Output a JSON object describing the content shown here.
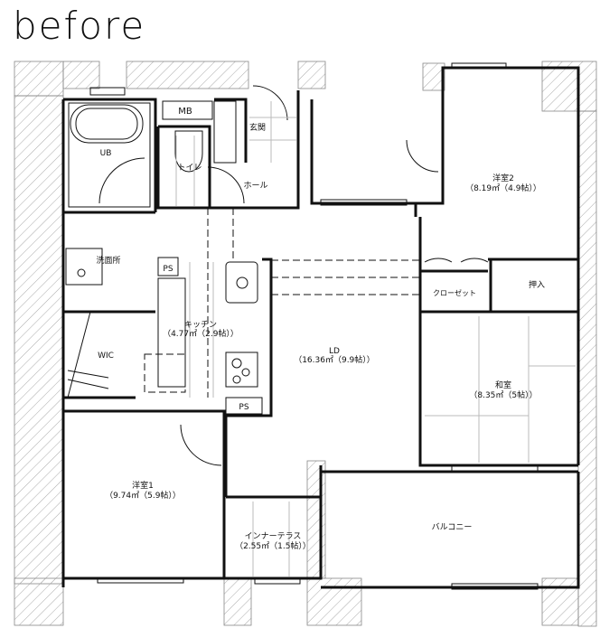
{
  "title": "before",
  "rooms": {
    "mb": "MB",
    "ub": "UB",
    "toilet": "トイレ",
    "genkan": "玄関",
    "hall": "ホール",
    "senmen": "洗面所",
    "ps1": "PS",
    "ps2": "PS",
    "kitchen": {
      "name": "キッチン",
      "area": "（4.77㎡（2.9帖））"
    },
    "wic": "WIC",
    "ld": {
      "name": "LD",
      "area": "（16.36㎡（9.9帖））"
    },
    "youshitsu2": {
      "name": "洋室2",
      "area": "（8.19㎡（4.9帖））"
    },
    "closet": "クローゼット",
    "oshiire": "押入",
    "washitsu": {
      "name": "和室",
      "area": "（8.35㎡（5帖））"
    },
    "youshitsu1": {
      "name": "洋室1",
      "area": "（9.74㎡（5.9帖））"
    },
    "inner_terrace": {
      "name": "インナーテラス",
      "area": "（2.55㎡（1.5帖））"
    },
    "balcony": "バルコニー"
  }
}
